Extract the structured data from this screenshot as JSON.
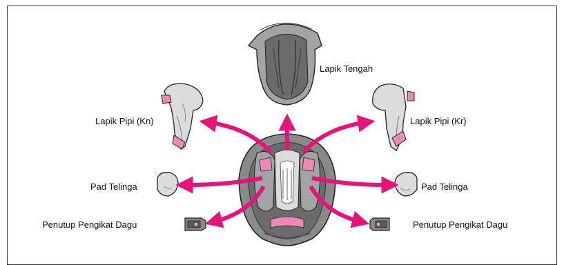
{
  "labels": {
    "center_pad": "Lapik Tengah",
    "cheek_pad_left": "Lapik Pipi (Kn)",
    "cheek_pad_right": "Lapik Pipi (Kr)",
    "ear_pad_left": "Pad Telinga",
    "ear_pad_right": "Pad Telinga",
    "chin_strap_cover_left": "Penutup Pengikat Dagu",
    "chin_strap_cover_right": "Penutup Pengikat Dagu"
  },
  "colors": {
    "arrow": "#e4147a",
    "pad_pink": "#e98bb5",
    "pad_light": "#dcdcdc",
    "pad_mid": "#a3a3a3",
    "pad_dark": "#6b6b6b",
    "outline": "#222222"
  }
}
